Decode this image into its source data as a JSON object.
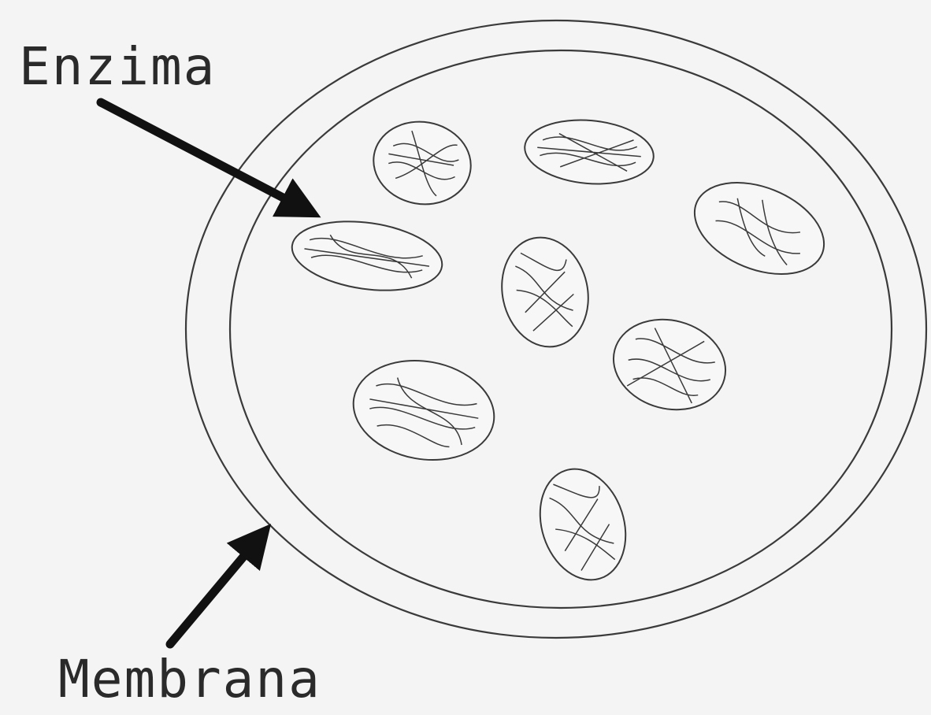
{
  "labels": {
    "enzyme": "Enzima",
    "membrane": "Membrana"
  },
  "colors": {
    "background": "#f4f4f4",
    "ink": "#2a2a2a",
    "arrow": "#111111"
  },
  "enzyme_count": 8
}
